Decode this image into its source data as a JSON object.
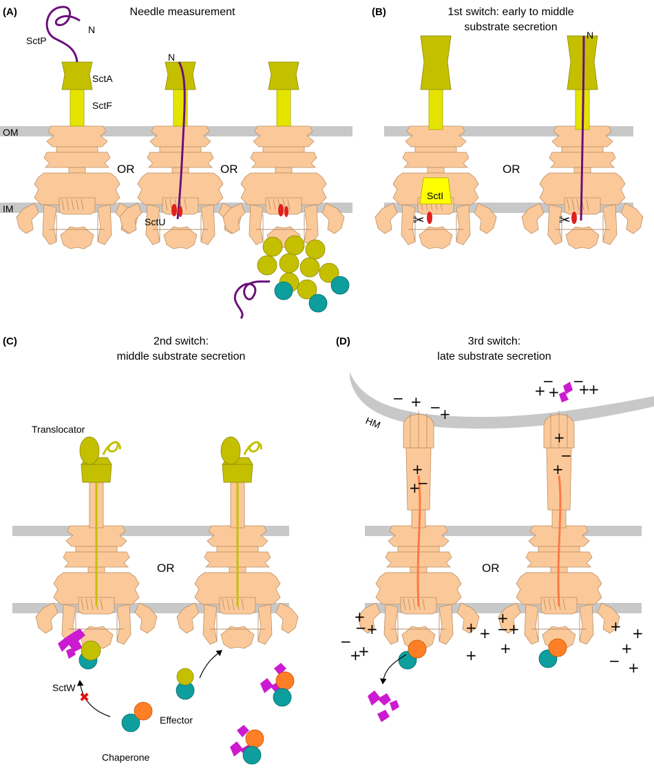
{
  "panels": {
    "a": {
      "letter": "(A)",
      "title": "Needle measurement"
    },
    "b": {
      "letter": "(B)",
      "title_line1": "1st switch: early to middle",
      "title_line2": "substrate secretion"
    },
    "c": {
      "letter": "(C)",
      "title_line1": "2nd switch:",
      "title_line2": "middle substrate secretion"
    },
    "d": {
      "letter": "(D)",
      "title_line1": "3rd switch:",
      "title_line2": "late substrate secretion"
    }
  },
  "labels": {
    "or": "OR",
    "n": "N",
    "om": "OM",
    "im": "IM",
    "hm": "HM",
    "sctp": "SctP",
    "scta": "SctA",
    "sctf": "SctF",
    "sctu": "SctU",
    "scti": "SctI",
    "sctw": "SctW",
    "translocator": "Translocator",
    "effector": "Effector",
    "chaperone": "Chaperone"
  },
  "colors": {
    "basal_body": "#fbc999",
    "membrane": "#c8c8c8",
    "needle_tip_sctA": "#c4c000",
    "needle_sctF": "#e4e400",
    "ruler_sctP": "#6b0f7a",
    "sctU_cleavage": "#e0201c",
    "translocator": "#c4c000",
    "chaperone": "#0e9e9e",
    "effector": "#ff7f27",
    "sctW": "#cc1ad0",
    "late_substrate_chain": "#ff7744",
    "block_cross": "#e01010"
  },
  "icons": [
    "scissors-icon",
    "red-cross-icon",
    "curved-arrow-icon"
  ]
}
